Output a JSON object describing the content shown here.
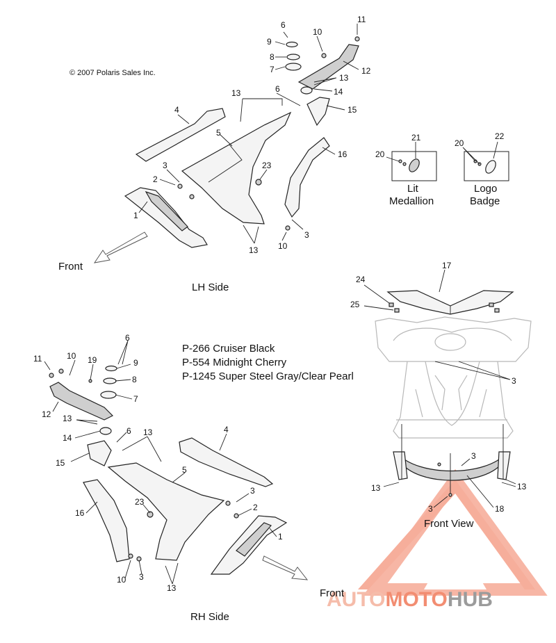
{
  "copyright": "© 2007 Polaris Sales Inc.",
  "views": {
    "lh_side": "LH Side",
    "rh_side": "RH Side",
    "front_view": "Front View"
  },
  "directions": {
    "front_lh": "Front",
    "front_rh": "Front"
  },
  "insets": {
    "lit_medallion_line1": "Lit",
    "lit_medallion_line2": "Medallion",
    "logo_badge_line1": "Logo",
    "logo_badge_line2": "Badge"
  },
  "paint_codes": [
    "P-266  Cruiser Black",
    "P-554  Midnight Cherry",
    "P-1245 Super Steel Gray/Clear Pearl"
  ],
  "callouts": {
    "lh": [
      "1",
      "2",
      "3",
      "3",
      "4",
      "5",
      "6",
      "6",
      "7",
      "8",
      "9",
      "10",
      "10",
      "11",
      "12",
      "13",
      "13",
      "13",
      "14",
      "15",
      "16",
      "23"
    ],
    "insets": [
      "20",
      "21",
      "20",
      "22"
    ],
    "front": [
      "17",
      "24",
      "25",
      "3",
      "3",
      "3",
      "13",
      "13",
      "18"
    ],
    "rh": [
      "1",
      "2",
      "3",
      "3",
      "4",
      "5",
      "6",
      "6",
      "7",
      "8",
      "9",
      "10",
      "10",
      "11",
      "12",
      "13",
      "13",
      "13",
      "14",
      "15",
      "16",
      "19",
      "23"
    ]
  },
  "watermark": {
    "part1": "AUTO",
    "part2": "MOTO",
    "part3": "HUB",
    "color_main": "#f07a5a",
    "color_gray": "#8a8a8a"
  }
}
